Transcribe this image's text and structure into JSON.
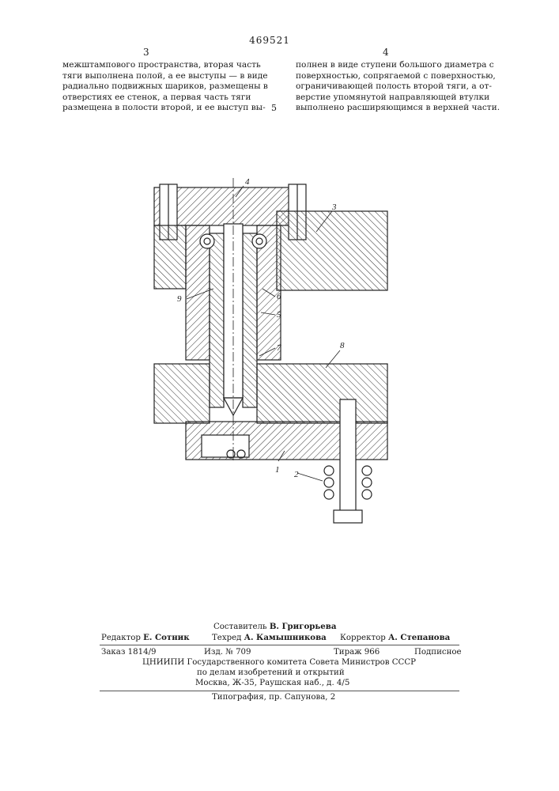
{
  "header": {
    "patent_number": "469521",
    "left_column_number": "3",
    "right_column_number": "4",
    "margin_line_number": "5"
  },
  "left_column_lines": [
    "межштампового пространства, вторая часть",
    "тяги выполнена полой, а ее выступы — в виде",
    "радиально подвижных шариков, размещены в",
    "отверстиях ее стенок, а первая часть тяги",
    "размещена в полости второй, и ее выступ вы-"
  ],
  "right_column_lines": [
    "полнен в виде ступени большого диаметра с",
    "поверхностью, сопрягаемой с поверхностью,",
    "ограничивающей полость второй тяги, а от-",
    "верстие упомянутой направляющей втулки",
    "выполнено расширяющимся в верхней части."
  ],
  "figure_labels": {
    "l1": "1",
    "l2": "2",
    "l3": "3",
    "l4": "4",
    "l5": "5",
    "l6": "6",
    "l7": "7",
    "l8": "8",
    "l9": "9"
  },
  "footer": {
    "compiler_label": "Составитель",
    "compiler_name": "В. Григорьева",
    "editor_label": "Редактор",
    "editor_name": "Е. Сотник",
    "techred_label": "Техред",
    "techred_name": "А. Камышникова",
    "corrector_label": "Корректор",
    "corrector_name": "А. Степанова",
    "order": "Заказ 1814/9",
    "edition": "Изд. № 709",
    "print_run": "Тираж 966",
    "subscription": "Подписное",
    "org_line1": "ЦНИИПИ Государственного комитета Совета Министров СССР",
    "org_line2": "по делам изобретений и открытий",
    "address": "Москва, Ж-35, Раушская наб., д. 4/5",
    "printer": "Типография, пр. Сапунова, 2"
  }
}
